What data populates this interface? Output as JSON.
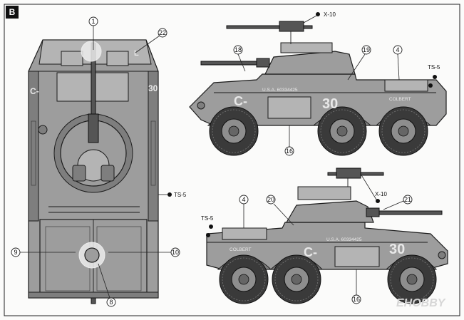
{
  "section_label": "B",
  "callouts": {
    "c1": "1",
    "c22": "22",
    "c18": "18",
    "c19": "19",
    "c4_top": "4",
    "c16_top": "16",
    "c9": "9",
    "c10": "10",
    "c8": "8",
    "c4_bottom": "4",
    "c20": "20",
    "c21": "21",
    "c16_bottom": "16"
  },
  "references": {
    "x10_top": "X-10",
    "ts5_top_right": "TS-5",
    "ts5_top_view": "TS-5",
    "x10_bottom": "X-10",
    "ts5_bottom_left": "TS-5"
  },
  "markings": {
    "top_side_code": "C-",
    "top_side_number": "30",
    "top_side_serial": "U.S.A. 60334425",
    "top_side_name": "COLBERT",
    "bottom_side_code": "C-",
    "bottom_side_number": "30",
    "bottom_side_serial": "U.S.A. 60334425",
    "bottom_side_name": "COLBERT",
    "topview_turret_letter": "L",
    "topview_code_left": "C-",
    "topview_code_right": "30"
  },
  "watermark": "EHOBBY"
}
